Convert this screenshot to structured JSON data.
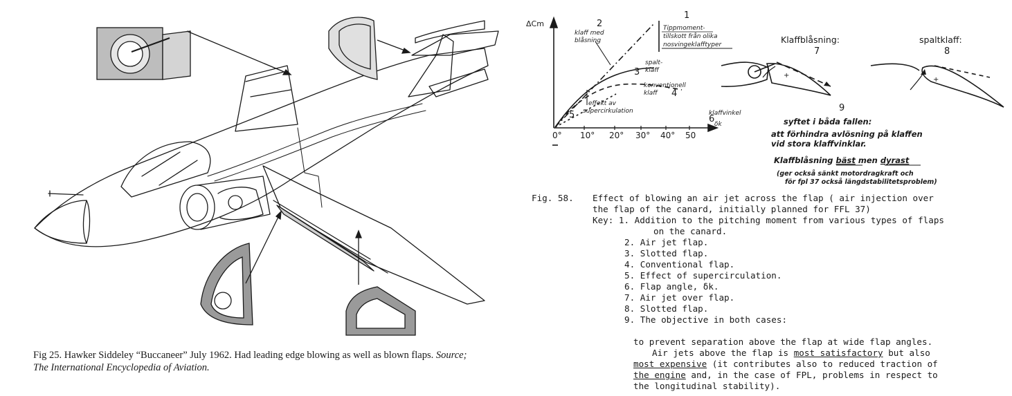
{
  "left": {
    "caption_main": "Fig 25. Hawker Siddeley “Buccaneer” July 1962. Had leading edge blowing as well as blown flaps. ",
    "caption_source": "Source; The International Encyclopedia of Aviation."
  },
  "graph": {
    "y_axis_label": "ΔCm",
    "x_axis_label_1": "klaffvinkel",
    "x_axis_label_2": "δk",
    "x_ticks": [
      "0°",
      "10°",
      "20°",
      "30°",
      "40°",
      "50"
    ],
    "labels": {
      "n1": "1",
      "n1_text": [
        "Tippmoment-",
        "tillskott från olika",
        "nosvingeklafftyper"
      ],
      "n2": "2",
      "n2_text": [
        "klaff med",
        "blåsning"
      ],
      "n3_text": [
        "spalt-",
        "klaff"
      ],
      "n3": "3",
      "n4_text": [
        "konventjonell",
        "klaff"
      ],
      "n4": "4",
      "n5_text": [
        "effekt av",
        "supercirkulation"
      ],
      "n5": "5",
      "n6": "6"
    }
  },
  "airfoils": {
    "title_7": "Klaffblåsning:",
    "num_7": "7",
    "title_8": "spaltklaff:",
    "num_8": "8",
    "num_9": "9",
    "note_lines": [
      "syftet i båda fallen:",
      "att förhindra avlösning på klaffen",
      "vid stora klaffvinklar."
    ],
    "note_best_pre": "Klaffblåsning ",
    "note_best_u1": "bäst",
    "note_best_mid": " men ",
    "note_best_u2": "dyrast",
    "note_paren_1": "(ger också sänkt motordragkraft och",
    "note_paren_2": "för fpl 37 också längdstabilitetsproblem)"
  },
  "figure58": {
    "label": "Fig. 58.",
    "line1": "Effect of blowing an air jet across the flap ( air injection over",
    "line2": "the flap of the canard, initially planned for FFL 37)",
    "key_intro": "Key: 1. Addition to the pitching moment from various types of flaps",
    "key_1b": "on the canard.",
    "items": [
      "2. Air jet flap.",
      "3. Slotted flap.",
      "4. Conventional flap.",
      "5. Effect of supercirculation.",
      "6. Flap angle, δk.",
      "7. Air jet over flap.",
      "8. Slotted flap.",
      "9. The objective in both cases:"
    ],
    "obj_1": "to prevent separation above the flap at wide flap angles.",
    "obj_2_pre": "Air jets above the flap is ",
    "obj_2_u": "most satisfactory",
    "obj_2_post": " but also",
    "obj_3_u": "most expensive",
    "obj_3_post": " (it contributes also to reduced traction of",
    "obj_4_u": "the engine",
    "obj_4_post": " and, in the case of FPL, problems in respect to",
    "obj_5": "the longitudinal stability)."
  }
}
